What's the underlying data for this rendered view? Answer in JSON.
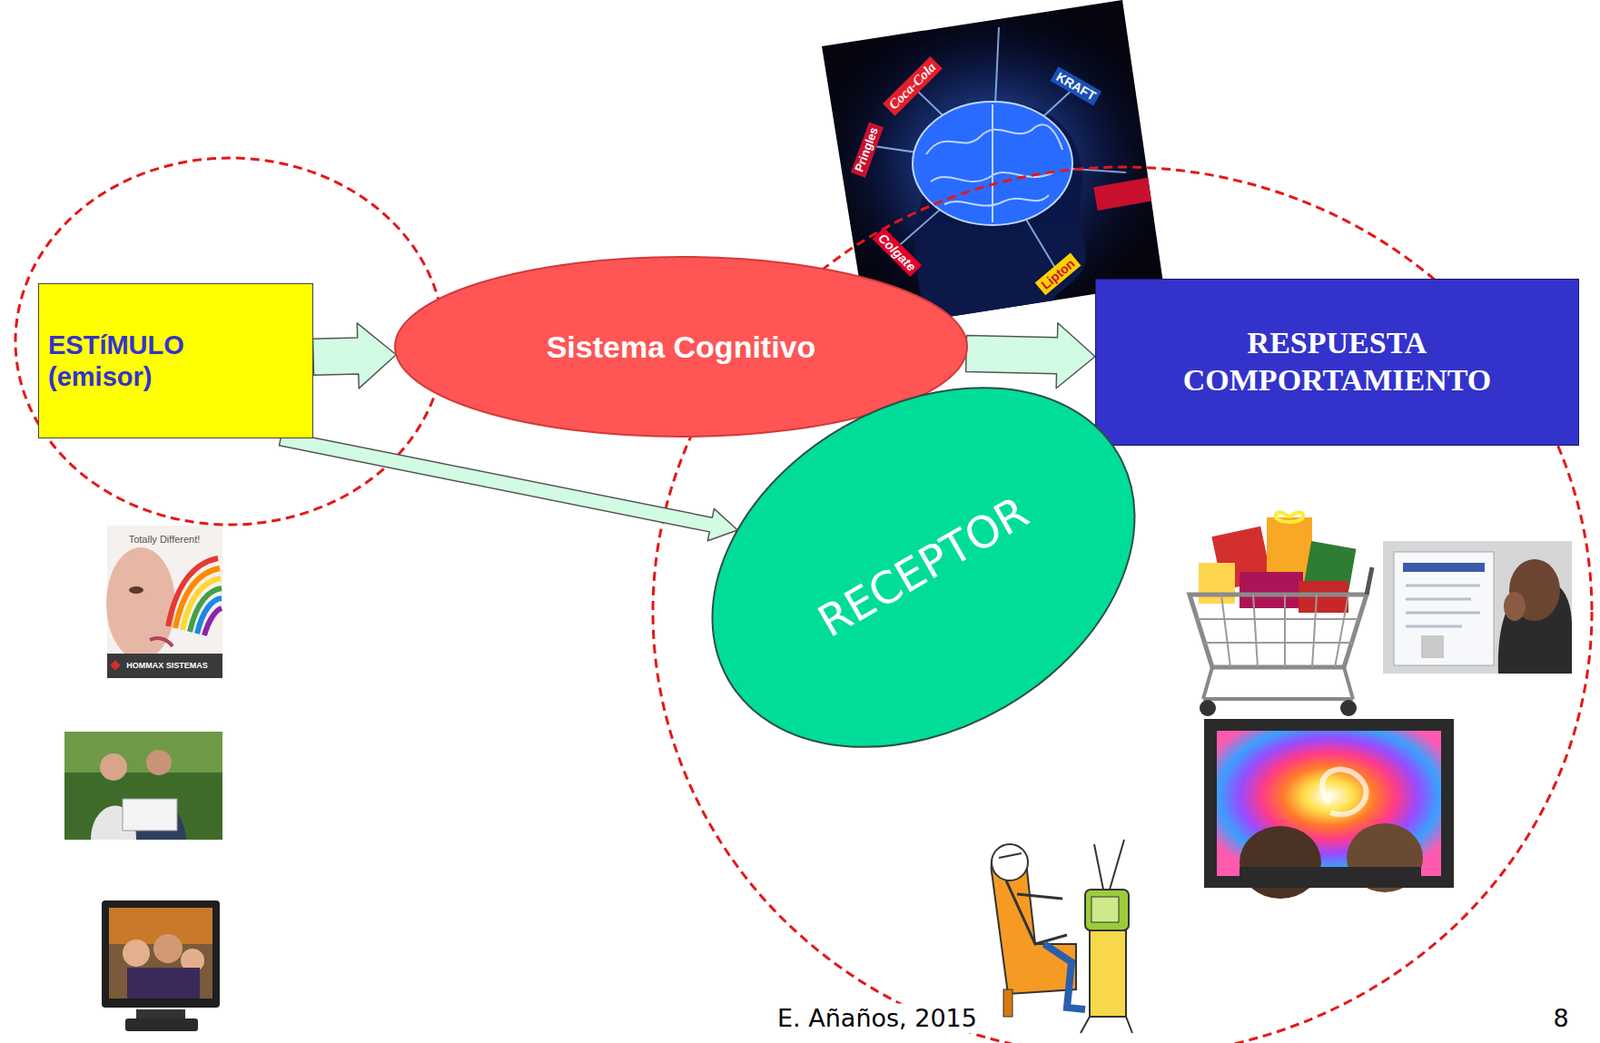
{
  "diagram": {
    "nodes": [
      {
        "text": [
          "ESTíMULO (emisor)"
        ]
      },
      {
        "text": [
          "Sistema Cognitivo"
        ]
      },
      {
        "text": [
          "RESPUESTA COMPORTAMIENTO"
        ]
      },
      {
        "text": [
          "RECEPTOR"
        ]
      }
    ],
    "edges": [
      {
        "from": 0,
        "to": 1,
        "arrow": "to"
      },
      {
        "from": 1,
        "to": 2,
        "arrow": "to"
      },
      {
        "from": 0,
        "to": 3,
        "arrow": "to"
      }
    ],
    "labels": [
      "Coca-Cola",
      "KRAFT",
      "Pringles",
      "Colgate",
      "Lipton",
      "Totally Different!",
      "HOMMAX SISTEMAS",
      "E. Añaños, 2015",
      "8"
    ]
  }
}
